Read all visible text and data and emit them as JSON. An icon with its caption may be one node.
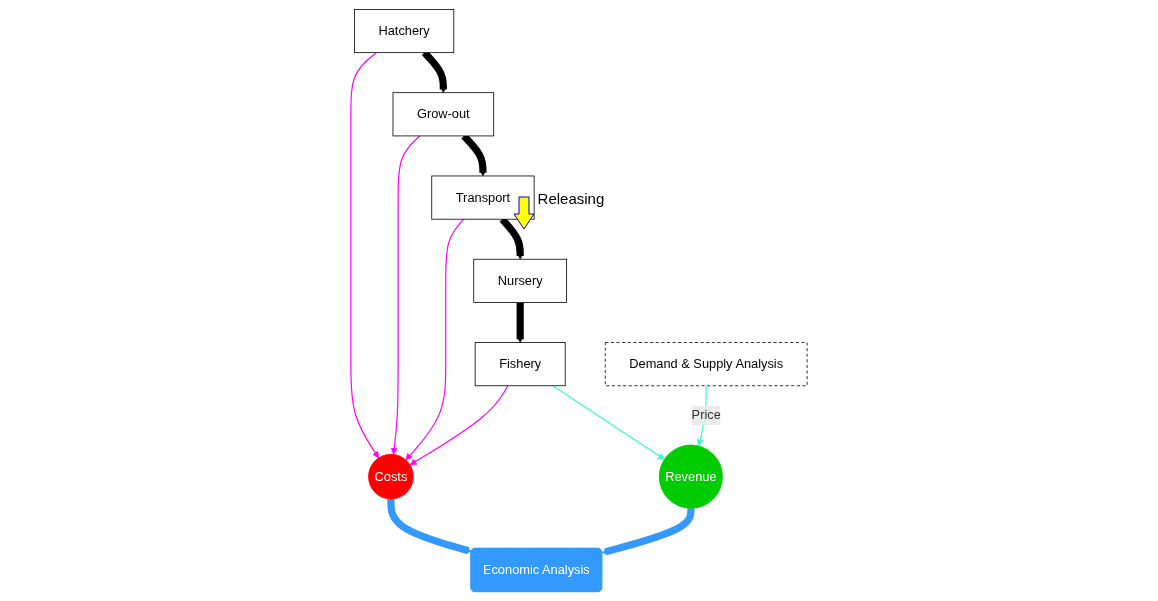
{
  "diagram": {
    "nodes": [
      {
        "text": [
          "Hatchery"
        ]
      },
      {
        "text": [
          "Grow-out"
        ]
      },
      {
        "text": [
          "Transport"
        ]
      },
      {
        "text": [
          "Nursery"
        ]
      },
      {
        "text": [
          "Fishery"
        ]
      },
      {
        "text": [
          "Costs"
        ]
      },
      {
        "text": [
          "Revenue"
        ]
      },
      {
        "text": [
          "Economic Analysis"
        ]
      },
      {
        "text": [
          "Demand & Supply Analysis"
        ]
      }
    ],
    "edges": [
      {
        "from": 0,
        "to": 1,
        "arrow": "to",
        "style": "thick"
      },
      {
        "from": 1,
        "to": 2,
        "arrow": "to",
        "style": "thick"
      },
      {
        "from": 2,
        "to": 3,
        "arrow": "to",
        "style": "thick"
      },
      {
        "from": 3,
        "to": 4,
        "arrow": "to",
        "style": "thick"
      },
      {
        "from": 0,
        "to": 5,
        "arrow": "to",
        "color": "#ff00ff"
      },
      {
        "from": 1,
        "to": 5,
        "arrow": "to",
        "color": "#ff00ff"
      },
      {
        "from": 2,
        "to": 5,
        "arrow": "to",
        "color": "#ff00ff"
      },
      {
        "from": 4,
        "to": 5,
        "arrow": "to",
        "color": "#ff00ff"
      },
      {
        "from": 4,
        "to": 6,
        "arrow": "to",
        "color": "#33ffcc"
      },
      {
        "from": 8,
        "to": 6,
        "arrow": "to",
        "label": "Price",
        "color": "#33ffcc"
      },
      {
        "from": 5,
        "to": 7,
        "arrow": "to",
        "style": "thick",
        "color": "#3399ff"
      },
      {
        "from": 6,
        "to": 7,
        "arrow": "to",
        "style": "thick",
        "color": "#3399ff"
      }
    ],
    "labels": [
      "Releasing"
    ]
  }
}
